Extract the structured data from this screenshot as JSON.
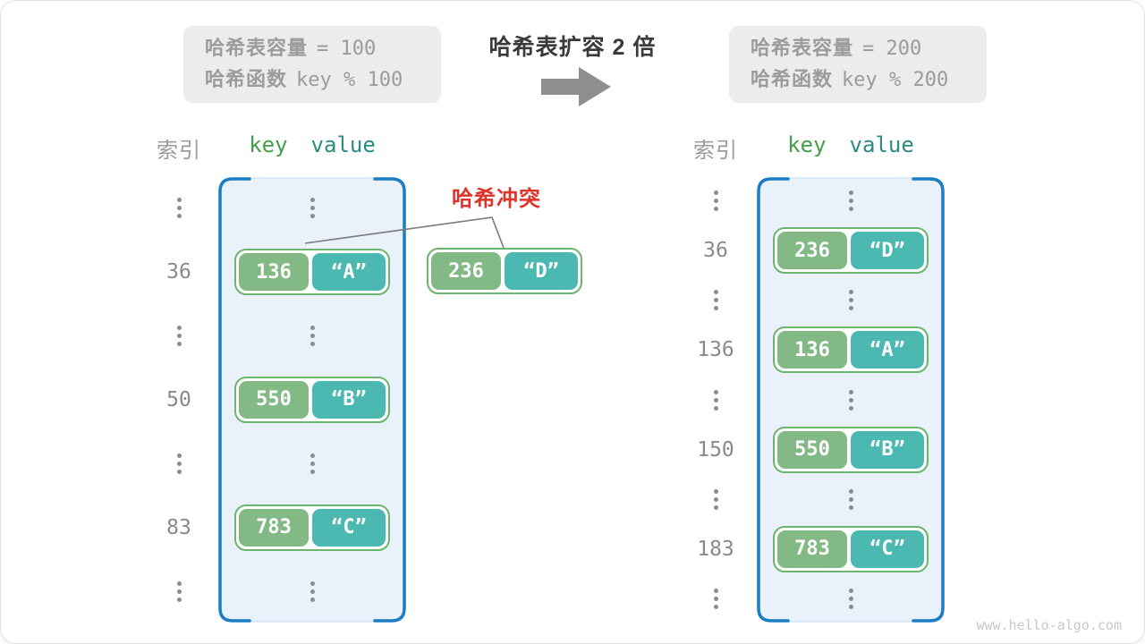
{
  "header": {
    "title": "哈希表扩容 2 倍",
    "left_box": {
      "line1_label": "哈希表容量",
      "line1_value": "= 100",
      "line2_label": "哈希函数",
      "line2_value": "key % 100"
    },
    "right_box": {
      "line1_label": "哈希表容量",
      "line1_value": "= 200",
      "line2_label": "哈希函数",
      "line2_value": "key % 200"
    }
  },
  "collision": {
    "label": "哈希冲突",
    "pair": {
      "key": "236",
      "value": "“D”"
    }
  },
  "tables": {
    "left": {
      "index_header": "索引",
      "key_header": "key",
      "value_header": "value",
      "rows": [
        {
          "type": "dots"
        },
        {
          "type": "pair",
          "index": "36",
          "key": "136",
          "value": "“A”"
        },
        {
          "type": "dots"
        },
        {
          "type": "pair",
          "index": "50",
          "key": "550",
          "value": "“B”"
        },
        {
          "type": "dots"
        },
        {
          "type": "pair",
          "index": "83",
          "key": "783",
          "value": "“C”"
        },
        {
          "type": "dots"
        }
      ]
    },
    "right": {
      "index_header": "索引",
      "key_header": "key",
      "value_header": "value",
      "rows": [
        {
          "type": "dots"
        },
        {
          "type": "pair",
          "index": "36",
          "key": "236",
          "value": "“D”"
        },
        {
          "type": "dots"
        },
        {
          "type": "pair",
          "index": "136",
          "key": "136",
          "value": "“A”"
        },
        {
          "type": "dots"
        },
        {
          "type": "pair",
          "index": "150",
          "key": "550",
          "value": "“B”"
        },
        {
          "type": "dots"
        },
        {
          "type": "pair",
          "index": "183",
          "key": "783",
          "value": "“C”"
        },
        {
          "type": "dots"
        }
      ]
    }
  },
  "watermark": "www.hello-algo.com",
  "colors": {
    "container_border": "#1b7ec5",
    "container_fill": "#e9f2fb",
    "pair_border": "#6cb56e",
    "key_fill": "#83b985",
    "value_fill": "#4bb9b1",
    "collision_red": "#df322a",
    "gray_text": "#9b9b9b",
    "infobox_fill": "#ececec",
    "key_header_green": "#43a047",
    "value_header_teal": "#2e8b82"
  }
}
